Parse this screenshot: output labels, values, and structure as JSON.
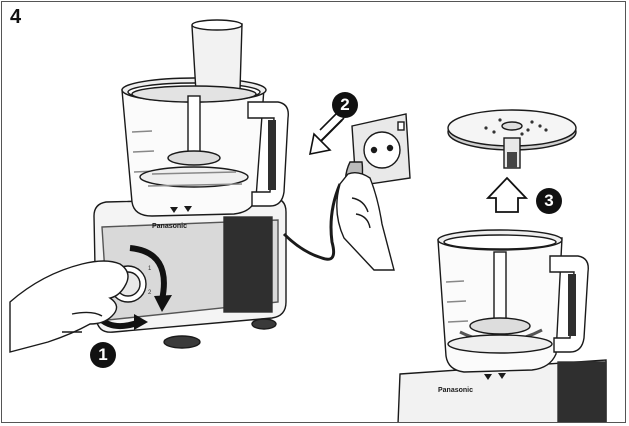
{
  "step": "4",
  "badges": [
    "1",
    "2",
    "3"
  ],
  "brand": "Panasonic",
  "colors": {
    "line": "#1a1a1a",
    "shade": "#bdbdbd",
    "dark": "#3a3a3a",
    "light": "#e6e6e6",
    "badge": "#111111"
  },
  "icons": [
    "hand-icon",
    "rotate-arrow-icon",
    "plug-icon",
    "wall-socket-icon",
    "disc-icon",
    "up-arrow-icon",
    "diagonal-arrow-icon"
  ]
}
